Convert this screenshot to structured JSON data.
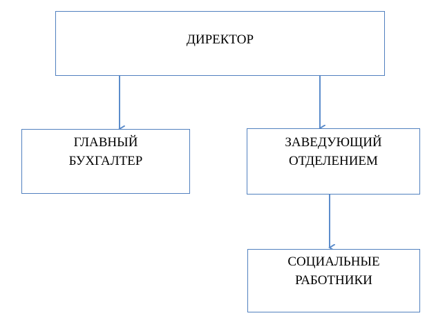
{
  "diagram": {
    "nodes": [
      {
        "id": "director",
        "lines": [
          "ДИРЕКТОР"
        ]
      },
      {
        "id": "accountant",
        "lines": [
          "ГЛАВНЫЙ",
          "БУХГАЛТЕР"
        ]
      },
      {
        "id": "head",
        "lines": [
          "ЗАВЕДУЮЩИЙ",
          "ОТДЕЛЕНИЕМ"
        ]
      },
      {
        "id": "workers",
        "lines": [
          "СОЦИАЛЬНЫЕ",
          "РАБОТНИКИ"
        ]
      }
    ],
    "edges": [
      {
        "from": "director",
        "to": "accountant"
      },
      {
        "from": "director",
        "to": "head"
      },
      {
        "from": "head",
        "to": "workers"
      }
    ],
    "colors": {
      "box_border": "#4f7fbe",
      "arrow": "#5b8ccb",
      "text": "#000000"
    }
  }
}
